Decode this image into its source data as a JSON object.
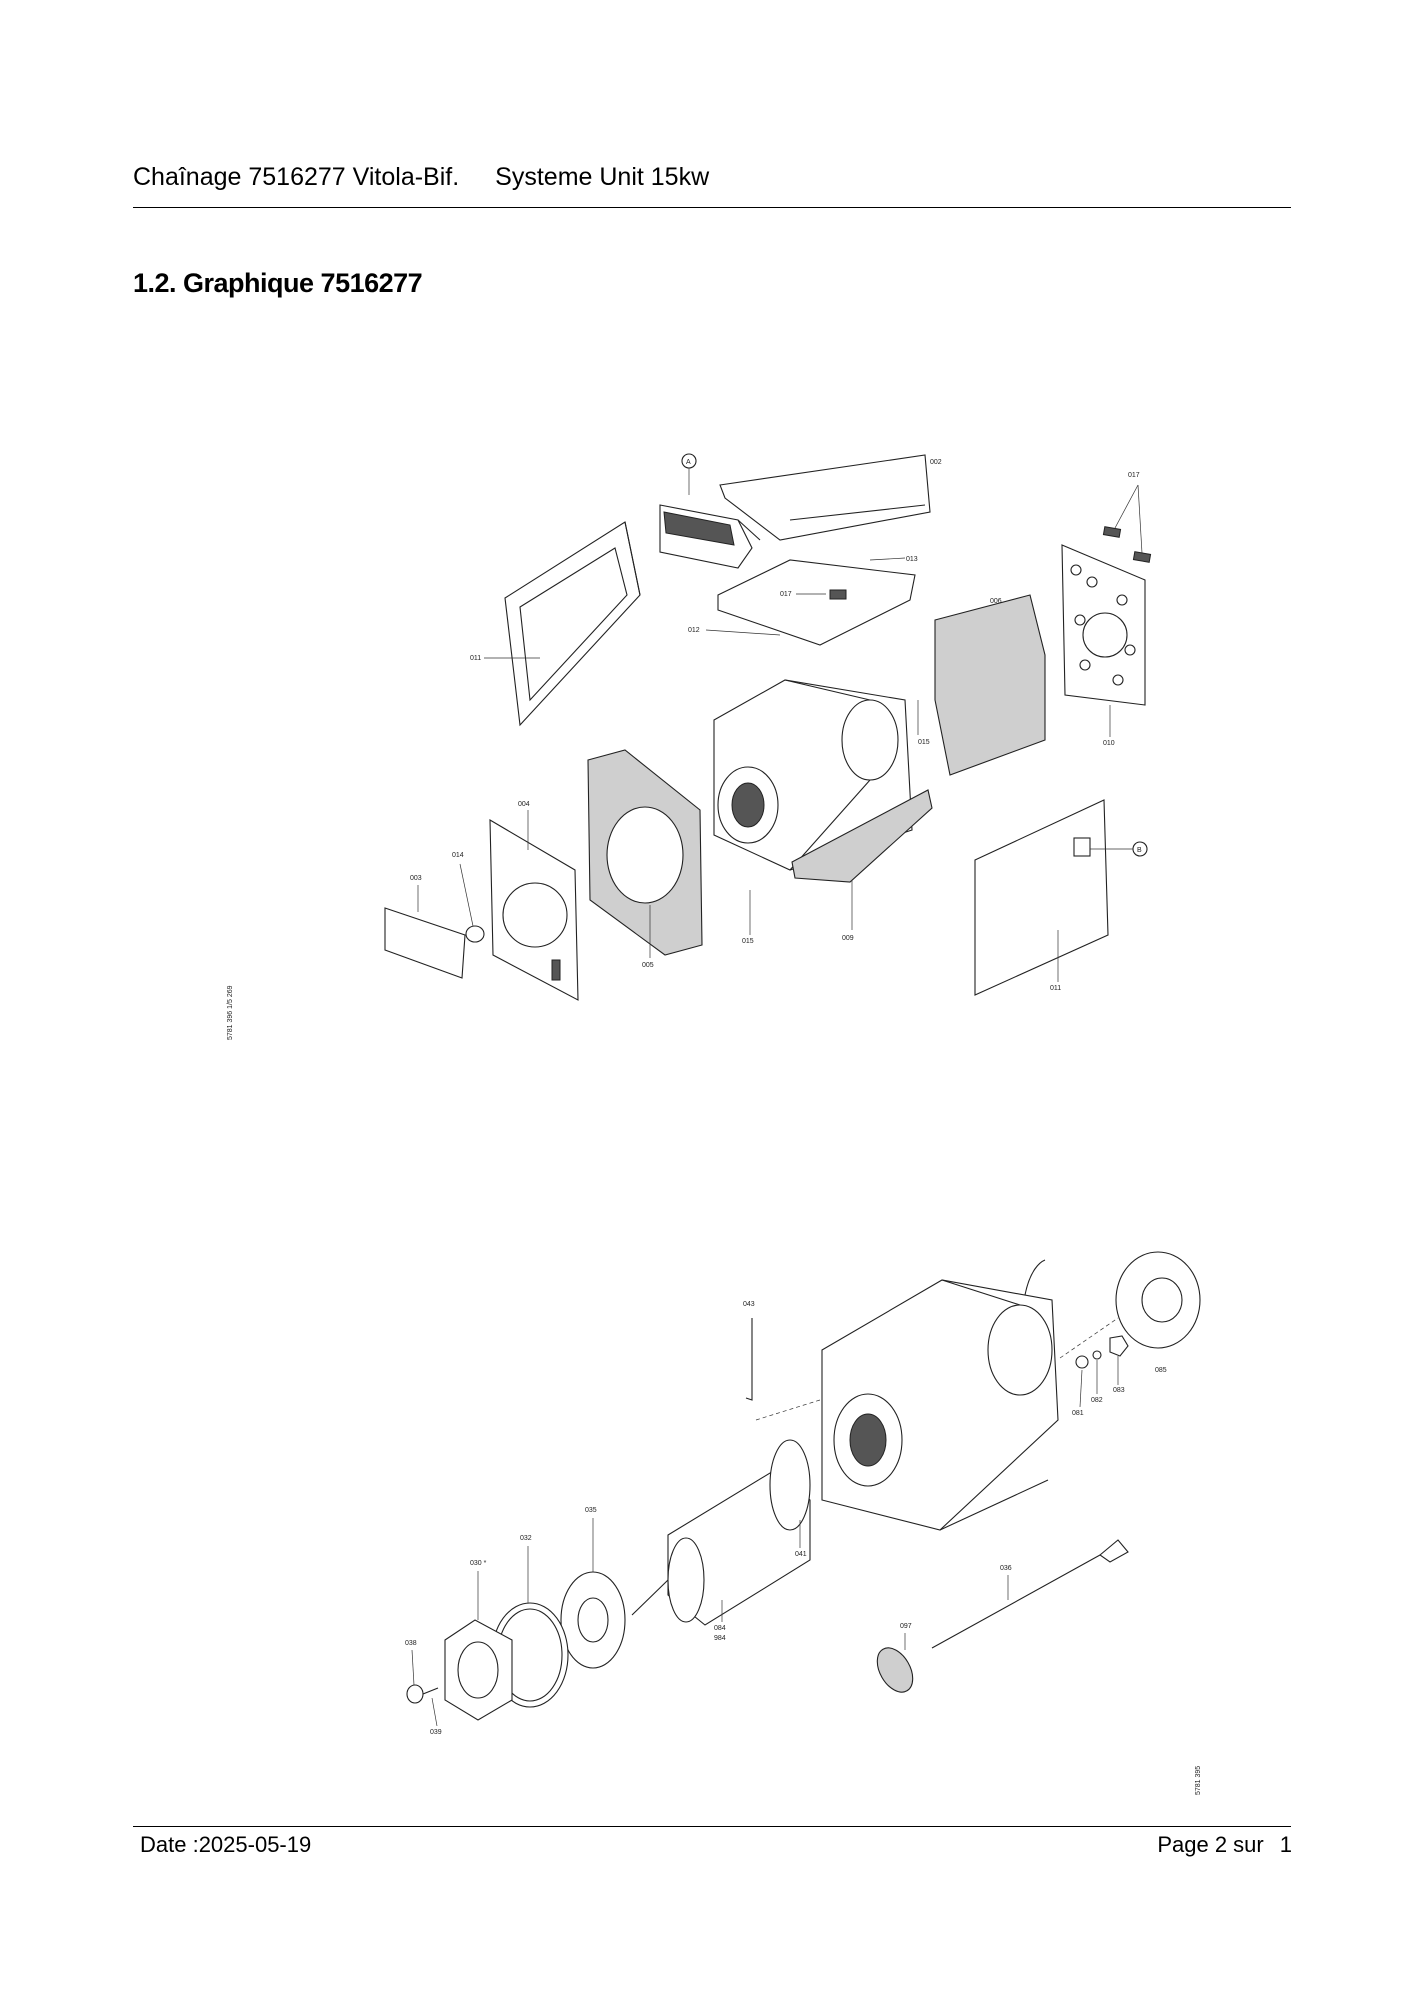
{
  "header": {
    "left": "Chaînage 7516277 Vitola-Bif.",
    "right": "Systeme Unit 15kw"
  },
  "section_title": "1.2. Graphique 7516277",
  "diagram_top": {
    "callouts": {
      "A": "A",
      "B": "B",
      "p002": "002",
      "p017a": "017",
      "p013": "013",
      "p017b": "017",
      "p012": "012",
      "p011a": "011",
      "p006": "006",
      "p010": "010",
      "p015a": "015",
      "p004": "004",
      "p014": "014",
      "p003": "003",
      "p005": "005",
      "p015b": "015",
      "p009": "009",
      "p011b": "011"
    },
    "ref_number": "5781 396 1/5  269"
  },
  "diagram_bottom": {
    "callouts": {
      "p043": "043",
      "p085": "085",
      "p081": "081",
      "p082": "082",
      "p083": "083",
      "p035": "035",
      "p032": "032",
      "p030": "030 *",
      "p041": "041",
      "p084": "084",
      "p984": "984",
      "p036": "036",
      "p097": "097",
      "p038": "038",
      "p039": "039"
    },
    "ref_number": "5781 395"
  },
  "footer": {
    "date": "Date :2025-05-19",
    "page_label": "Page 2 sur",
    "page_total": "1"
  }
}
